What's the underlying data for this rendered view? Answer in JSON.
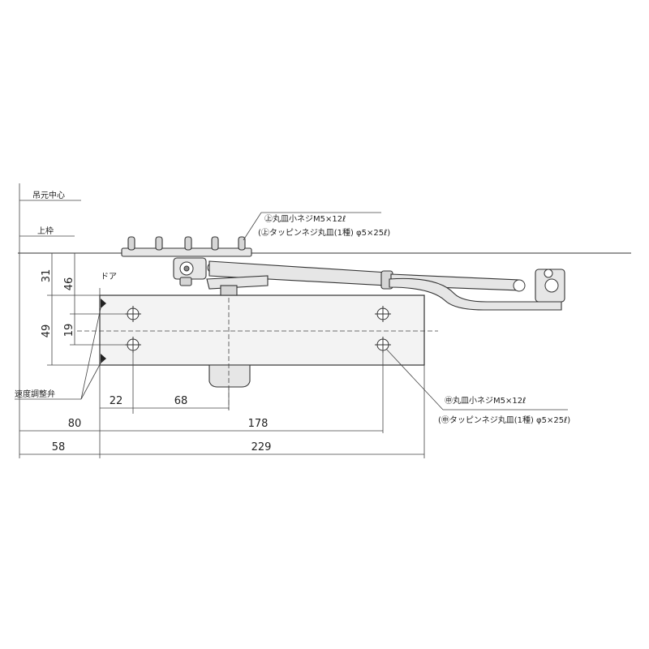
{
  "labels": {
    "hinge_center": "吊元中心",
    "frame": "上枠",
    "door": "ドア",
    "speed_valve": "速度調整弁",
    "top_screw_line1": "㊤丸皿小ネジM5×12ℓ",
    "top_screw_line2": "(㊤タッピンネジ丸皿(1種) φ5×25ℓ)",
    "body_screw_line1": "㊥丸皿小ネジM5×12ℓ",
    "body_screw_line2": "(㊥タッピンネジ丸皿(1種) φ5×25ℓ)"
  },
  "dimensions": {
    "d31": "31",
    "d46": "46",
    "d49": "49",
    "d19": "19",
    "d22": "22",
    "d68": "68",
    "d80": "80",
    "d178": "178",
    "d58": "58",
    "d229": "229"
  }
}
